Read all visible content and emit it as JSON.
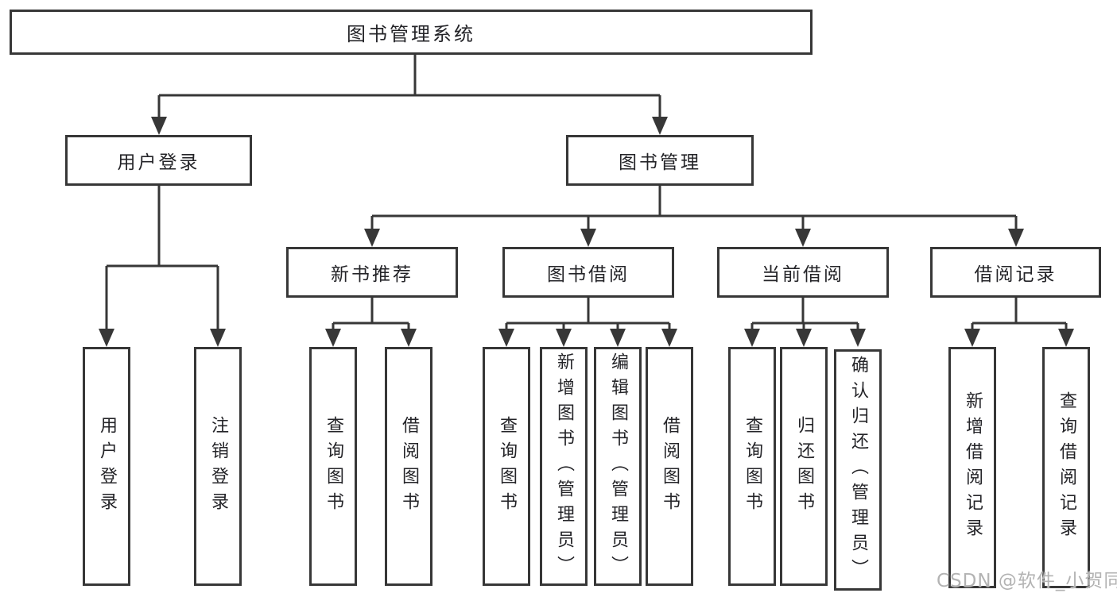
{
  "colors": {
    "background": "#ffffff",
    "line": "#373737",
    "box_border": "#373737",
    "text": "#242428",
    "watermark": "#b3b3b3"
  },
  "tree": {
    "root": {
      "label": "图书管理系统"
    },
    "children": [
      {
        "label": "用户登录",
        "children": [
          {
            "label": "用户登录"
          },
          {
            "label": "注销登录"
          }
        ]
      },
      {
        "label": "图书管理",
        "children": [
          {
            "label": "新书推荐",
            "children": [
              {
                "label": "查询图书"
              },
              {
                "label": "借阅图书"
              }
            ]
          },
          {
            "label": "图书借阅",
            "children": [
              {
                "label": "查询图书"
              },
              {
                "label": "新增图书（管理员）"
              },
              {
                "label": "编辑图书（管理员）"
              },
              {
                "label": "借阅图书"
              }
            ]
          },
          {
            "label": "当前借阅",
            "children": [
              {
                "label": "查询图书"
              },
              {
                "label": "归还图书"
              },
              {
                "label": "确认归还（管理员）"
              }
            ]
          },
          {
            "label": "借阅记录",
            "children": [
              {
                "label": "新增借阅记录"
              },
              {
                "label": "查询借阅记录"
              }
            ]
          }
        ]
      }
    ]
  },
  "watermark": {
    "text": "CSDN @软件_小贺同学"
  }
}
